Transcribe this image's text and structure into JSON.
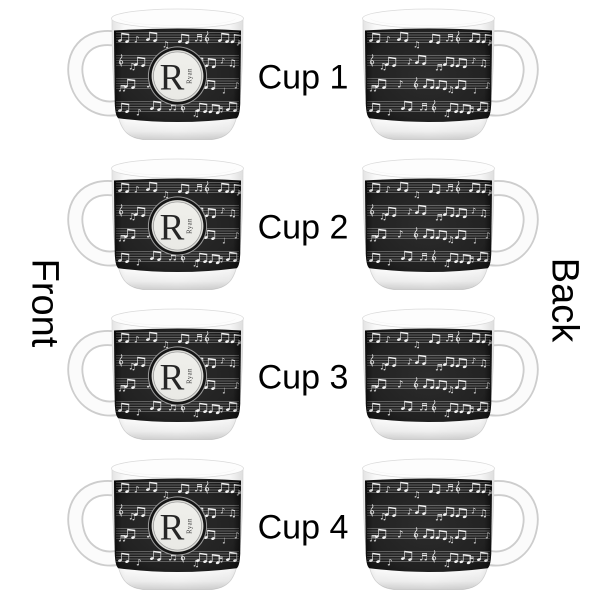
{
  "view_labels": {
    "front": "Front",
    "back": "Back"
  },
  "cups": [
    {
      "label": "Cup 1"
    },
    {
      "label": "Cup 2"
    },
    {
      "label": "Cup 3"
    },
    {
      "label": "Cup 4"
    }
  ],
  "monogram": {
    "initial": "R",
    "name": "Ryan"
  },
  "design": {
    "pattern": "music-notes-pattern",
    "band_color": "#222222",
    "band_edge_color": "#0d0d0d",
    "note_color": "#f2f2f2",
    "staff_line_color": "#cfcfcf",
    "monogram_bg": "#e9e9e5",
    "monogram_ring_dark": "#161616",
    "monogram_ring_light": "#dcdcd8",
    "cup_color": "#fdfdfd",
    "label_color": "#000000"
  }
}
